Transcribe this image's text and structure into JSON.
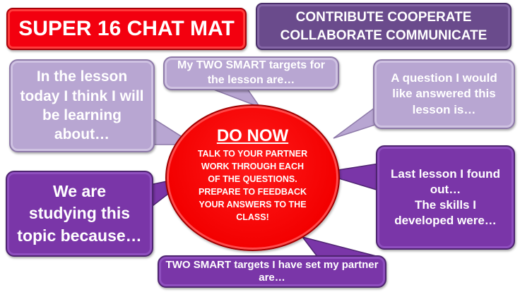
{
  "title": {
    "text": "SUPER 16 CHAT MAT",
    "color": "#f3000f"
  },
  "motto": {
    "line1": "CONTRIBUTE COOPERATE",
    "line2": "COLLABORATE COMMUNICATE",
    "color": "#6a4b8c"
  },
  "do_now": {
    "heading": "DO NOW",
    "body": "TALK TO YOUR PARTNER\nWORK THROUGH EACH\nOF THE QUESTIONS.\nPREPARE TO FEEDBACK\nYOUR ANSWERS TO THE\nCLASS!",
    "color": "#f30000"
  },
  "bubbles": {
    "lesson_today": "In the lesson\ntoday I think I will\nbe learning\nabout…",
    "smart_targets": "My TWO SMART targets for\nthe lesson are…",
    "question": "A question I would\nlike answered this\nlesson is…",
    "studying_because": "We are\nstudying this\ntopic because…",
    "last_lesson": "Last lesson I found\nout…\nThe skills I\ndeveloped were…",
    "partner_targets": "TWO SMART targets I have set my partner are…"
  },
  "colors": {
    "lilac": "#b8a6d2",
    "violet": "#7a36a8",
    "text": "#ffffff"
  }
}
